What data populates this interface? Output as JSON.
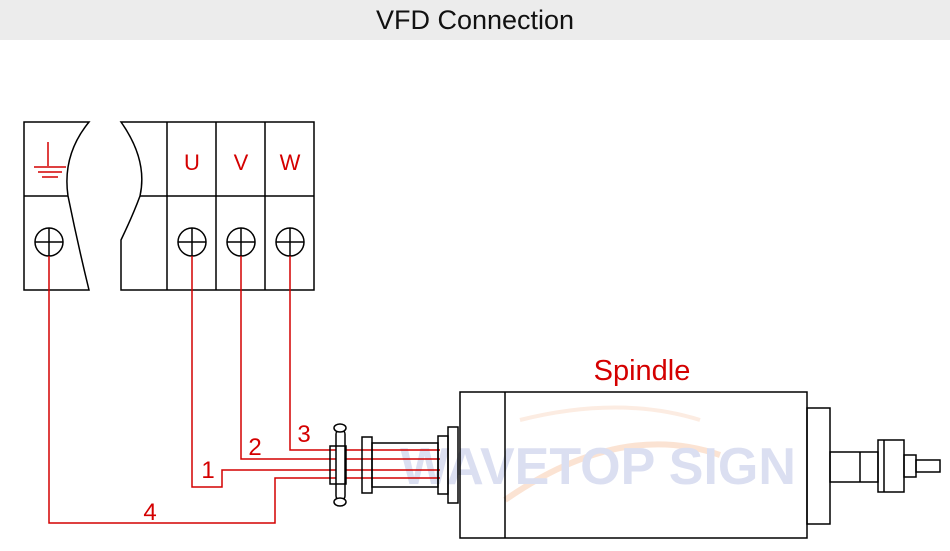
{
  "title": "VFD Connection",
  "terminals": {
    "ground_symbol": "ground-icon",
    "labels": [
      "U",
      "V",
      "W"
    ]
  },
  "spindle": {
    "label": "Spindle"
  },
  "wires": {
    "labels": [
      "1",
      "2",
      "3",
      "4"
    ]
  },
  "watermark": "WAVETOP SIGN",
  "colors": {
    "wire": "#d40000",
    "label": "#d40000",
    "outline": "#000000",
    "header_bg": "#ececec"
  }
}
